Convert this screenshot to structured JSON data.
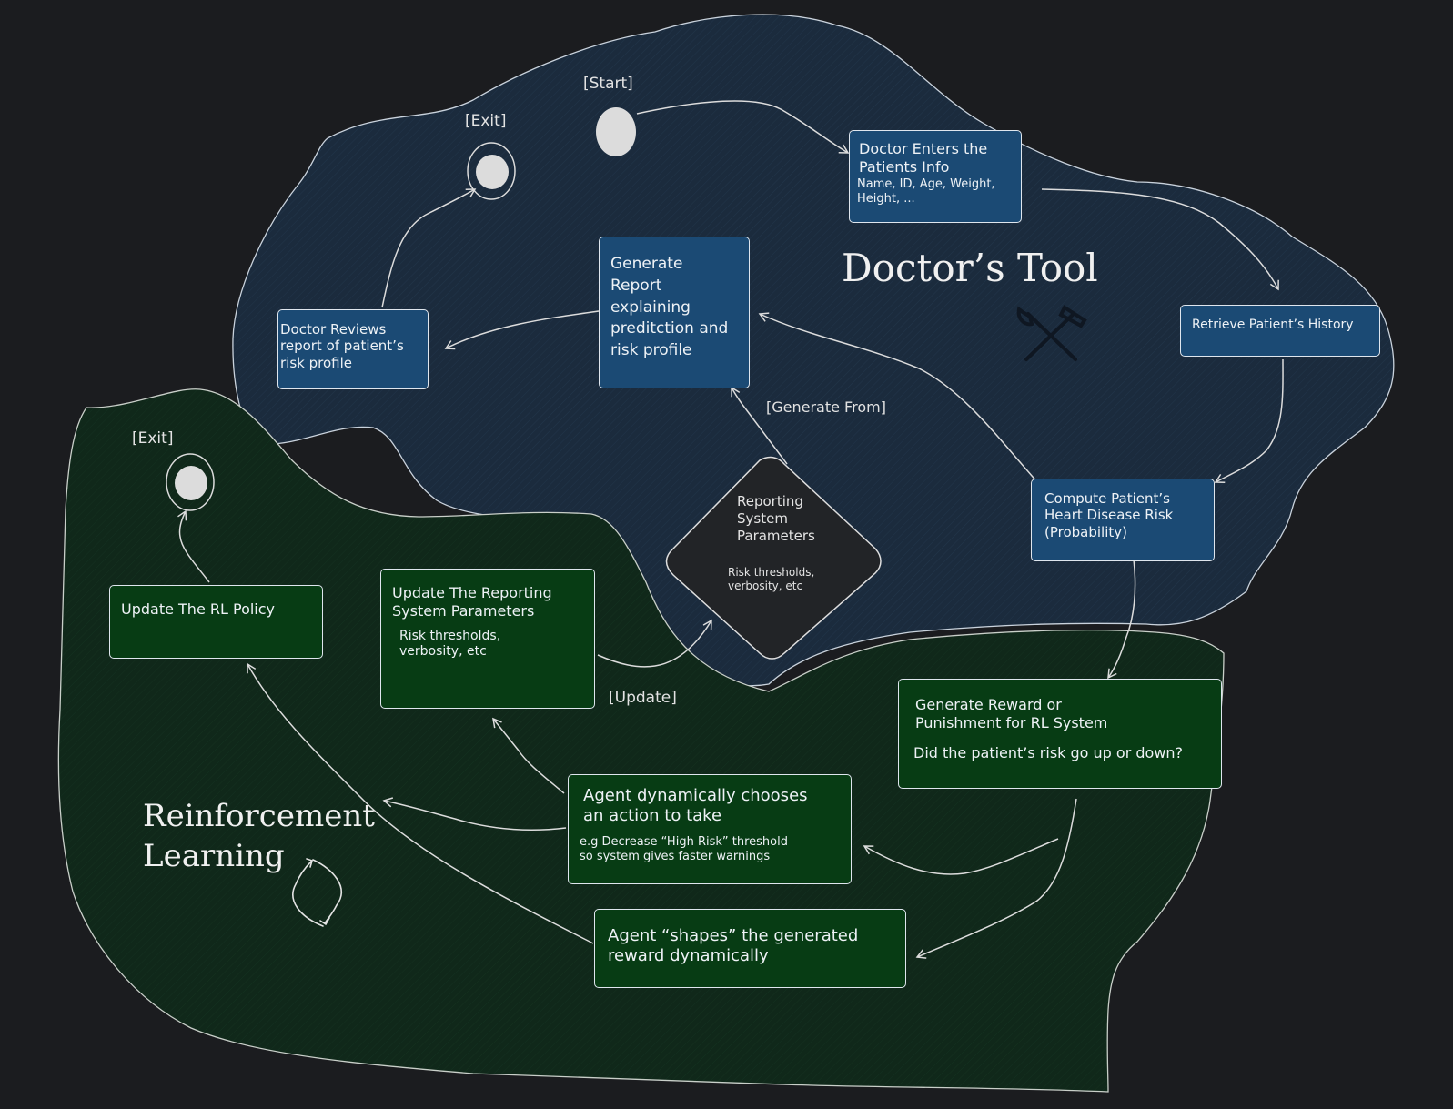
{
  "colors": {
    "background": "#1b1c1f",
    "doctor_region": "#1b2b3d",
    "rl_region": "#10281a",
    "blue_node": "#1b4a74",
    "green_node": "#073c14",
    "diamond": "#222427",
    "stroke": "#e0e0e0"
  },
  "regions": {
    "doctor_tool": {
      "title": "Doctor’s Tool",
      "icon": "tools-icon"
    },
    "reinforcement_learning": {
      "title": "Reinforcement\nLearning",
      "icon": "cycle-icon"
    }
  },
  "labels": {
    "start": "[Start]",
    "exit_top": "[Exit]",
    "exit_rl": "[Exit]",
    "generate_from": "[Generate From]",
    "update": "[Update]"
  },
  "nodes": {
    "enter_info": {
      "title": "Doctor Enters the\nPatients Info",
      "detail": "Name, ID, Age, Weight,\nHeight, ..."
    },
    "retrieve_history": {
      "title": "Retrieve Patient’s History"
    },
    "compute_risk": {
      "title": "Compute Patient’s\nHeart Disease Risk\n(Probability)"
    },
    "generate_report": {
      "title": "Generate\nReport\nexplaining\npreditction and\nrisk profile"
    },
    "doctor_reviews": {
      "title": "Doctor Reviews\nreport of patient’s\nrisk profile"
    },
    "reporting_params": {
      "title": "Reporting\nSystem\nParameters",
      "detail": "Risk thresholds,\nverbosity, etc"
    },
    "update_params": {
      "title": "Update The Reporting\nSystem Parameters",
      "detail": "Risk thresholds,\nverbosity, etc"
    },
    "update_policy": {
      "title": "Update The RL Policy"
    },
    "generate_reward": {
      "title": "Generate Reward or\nPunishment for RL System",
      "detail": "Did the patient’s risk go up or down?"
    },
    "agent_action": {
      "title": "Agent dynamically chooses\nan action to take",
      "detail": "e.g Decrease “High Risk” threshold\nso system gives faster warnings"
    },
    "agent_shapes": {
      "title": "Agent “shapes” the generated\nreward dynamically"
    }
  }
}
